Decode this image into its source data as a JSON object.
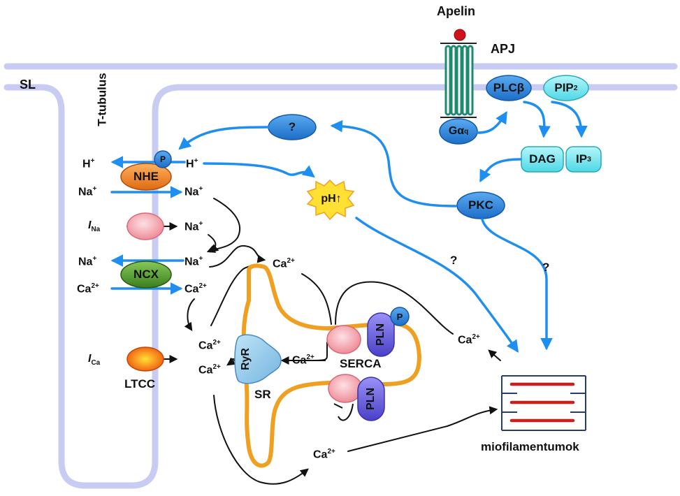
{
  "labels": {
    "apelin": "Apelin",
    "apj": "APJ",
    "sl": "SL",
    "t_tubulus": "T-tubulus",
    "plcb": "PLCβ",
    "pip2_main": "PIP",
    "pip2_sub": "2",
    "gaq_main": "Gα",
    "gaq_sub": "q",
    "dag": "DAG",
    "ip3_main": "IP",
    "ip3_sub": "3",
    "pkc": "PKC",
    "question": "?",
    "question2": "?",
    "question3": "?",
    "p1": "P",
    "p2": "P",
    "nhe": "NHE",
    "ncx": "NCX",
    "ltcc": "LTCC",
    "ph": "pH↑",
    "h_left": "H",
    "h_right": "H",
    "plus": "+",
    "na_left_1": "Na",
    "na_right_1": "Na",
    "na_right_2": "Na",
    "na_left_2": "Na",
    "na_right_3": "Na",
    "ca_left": "Ca",
    "ca_right": "Ca",
    "ca_sup": "2+",
    "ina_i": "I",
    "ina_sub": "Na",
    "ica_i": "I",
    "ica_sub": "Ca",
    "ca_top": "Ca",
    "ca_myo": "Ca",
    "ca_sr1": "Ca",
    "ca_sr2": "Ca",
    "ca_serca": "Ca",
    "ca_bottom": "Ca",
    "ryr": "RyR",
    "sr": "SR",
    "pln1": "PLN",
    "pln2": "PLN",
    "serca": "SERCA",
    "miofilamentumok": "miofilamentumok"
  },
  "colors": {
    "membrane": "#c9ccf2",
    "blue_arrow": "#1e8ff0",
    "sr_orange": "#f0a020",
    "myofilament_red": "#c8201e",
    "nhe_orange": "#f08a1e",
    "ncx_green": "#4f9a2c",
    "pln_purple": "#6c62e0",
    "ryr_blue": "#8ec8ea",
    "signal_blue": "#2e84dc",
    "signal_cyan": "#5fe2ee",
    "ph_yellow": "#ffe033"
  }
}
